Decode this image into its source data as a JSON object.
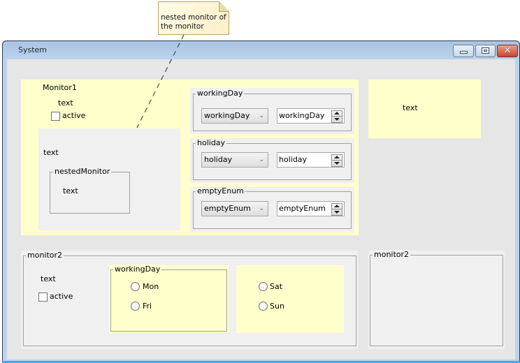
{
  "note": {
    "text_line1": "nested monitor of",
    "text_line2": "the monitor"
  },
  "window": {
    "title": "System",
    "controls": {
      "minimize": "minimize",
      "maximize": "maximize",
      "close": "✕"
    }
  },
  "monitor1": {
    "title": "Monitor1",
    "text": "text",
    "active_label": "active",
    "inner": {
      "text": "text",
      "nested_monitor": {
        "title": "nestedMonitor",
        "text": "text"
      }
    },
    "enums": [
      {
        "group": "workingDay",
        "combo_value": "workingDay",
        "spinner_value": "workingDay"
      },
      {
        "group": "holiday",
        "combo_value": "holiday",
        "spinner_value": "holiday"
      },
      {
        "group": "emptyEnum",
        "combo_value": "emptyEnum",
        "spinner_value": "emptyEnum"
      }
    ]
  },
  "side_panel": {
    "text": "text"
  },
  "monitor2": {
    "title": "monitor2",
    "text": "text",
    "active_label": "active",
    "working_day": {
      "title": "workingDay",
      "options": [
        "Mon",
        "Fri"
      ]
    },
    "weekend": {
      "options": [
        "Sat",
        "Sun"
      ]
    }
  },
  "monitor2_right": {
    "title": "monitor2"
  },
  "colors": {
    "panel_yellow": "#ffffcc",
    "panel_gray": "#f0f0f0",
    "window_bg": "#e6e6e6",
    "titlebar": "#bcd3ec",
    "close_button": "#c9452a"
  }
}
